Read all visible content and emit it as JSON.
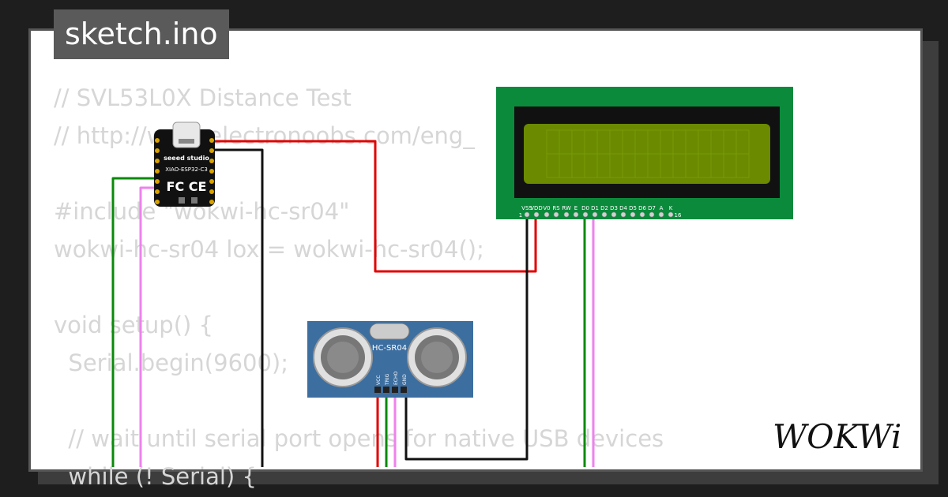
{
  "tab": {
    "title": "sketch.ino"
  },
  "code_lines": [
    "// SVL53L0X Distance Test",
    "// http://www.electronoobs.com/eng_",
    "",
    "#include \"wokwi-hc-sr04\"",
    "wokwi-hc-sr04 lox = wokwi-hc-sr04();",
    "",
    "void setup() {",
    "  Serial.begin(9600);",
    "",
    "  // wait until serial port opens for native USB devices",
    "  while (! Serial) {"
  ],
  "xiao": {
    "brand": "seeed studio",
    "model": "XIAO-ESP32-C3",
    "marks": "FC CE"
  },
  "sensor": {
    "label": "HC-SR04",
    "pins": [
      "VCC",
      "TRIG",
      "ECHO",
      "GND"
    ]
  },
  "lcd": {
    "pins": [
      "VSS",
      "VDD",
      "V0",
      "RS",
      "RW",
      "E",
      "D0",
      "D1",
      "D2",
      "D3",
      "D4",
      "D5",
      "D6",
      "D7",
      "A",
      "K"
    ],
    "pin_first": "1",
    "pin_last": "16"
  },
  "brand": {
    "logo": "WOKWi"
  },
  "colors": {
    "wire_red": "#e00000",
    "wire_black": "#111111",
    "wire_green": "#0a8a0a",
    "wire_pink": "#ee82ee",
    "lcd_pcb": "#0b8a3c",
    "lcd_screen": "#6b8a00",
    "sensor_pcb": "#3c6ea0"
  }
}
